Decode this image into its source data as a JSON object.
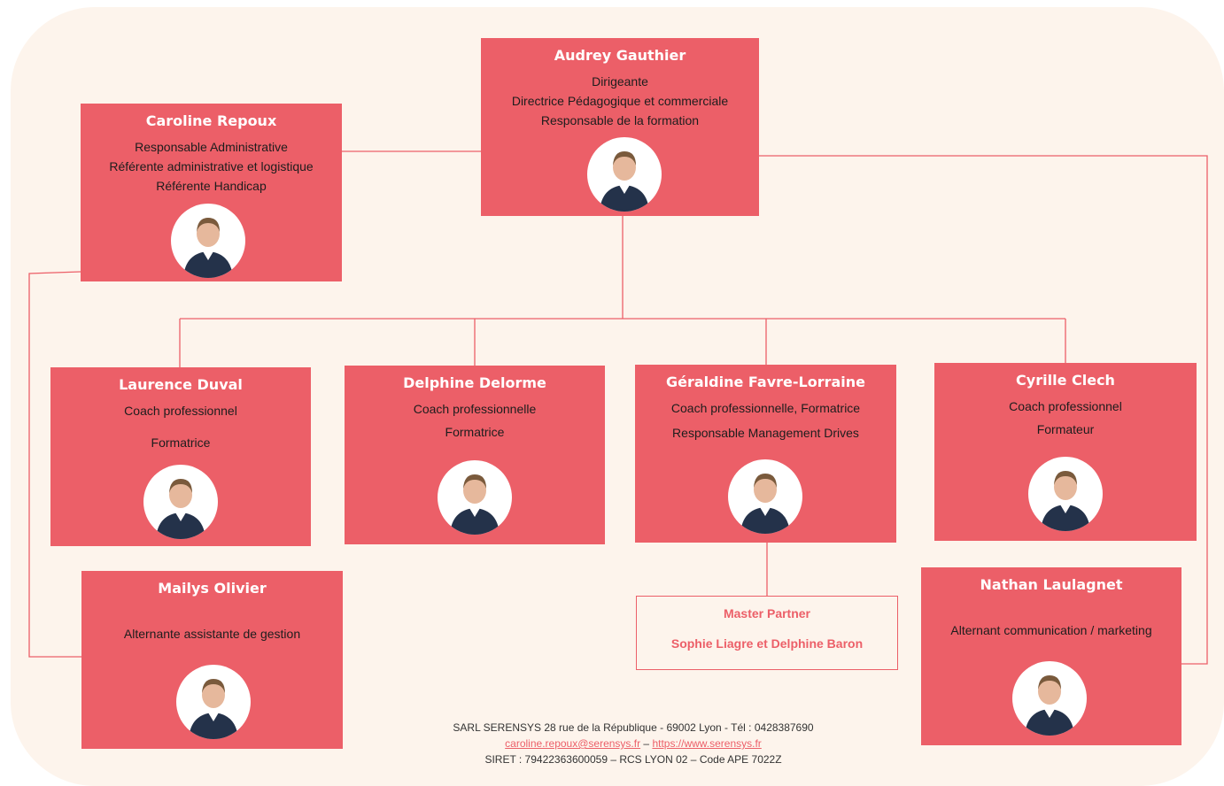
{
  "people": [
    {
      "id": "audrey",
      "name": "Audrey Gauthier",
      "roles": [
        "Dirigeante",
        "Directrice Pédagogique et commerciale",
        "Responsable de la formation"
      ]
    },
    {
      "id": "caroline",
      "name": "Caroline Repoux",
      "roles": [
        "Responsable Administrative",
        "Référente administrative et logistique",
        "Référente Handicap"
      ]
    },
    {
      "id": "laurence",
      "name": "Laurence Duval",
      "roles": [
        "Coach professionnel",
        "Formatrice"
      ]
    },
    {
      "id": "delphine",
      "name": "Delphine Delorme",
      "roles": [
        "Coach professionnelle",
        "Formatrice"
      ]
    },
    {
      "id": "geraldine",
      "name": "Géraldine Favre-Lorraine",
      "roles": [
        "Coach professionnelle, Formatrice",
        "Responsable Management Drives"
      ]
    },
    {
      "id": "cyrille",
      "name": "Cyrille Clech",
      "roles": [
        "Coach professionnel",
        "Formateur"
      ]
    },
    {
      "id": "mailys",
      "name": "Mailys Olivier",
      "roles": [
        "Alternante assistante de gestion"
      ]
    },
    {
      "id": "nathan",
      "name": "Nathan Laulagnet",
      "roles": [
        "Alternant communication / marketing"
      ]
    }
  ],
  "partner": {
    "title": "Master Partner",
    "names": "Sophie Liagre et Delphine Baron"
  },
  "footer": {
    "line1": "SARL SERENSYS 28 rue de la République - 69002 Lyon - Tél : 0428387690",
    "email": "caroline.repoux@serensys.fr",
    "sep": " – ",
    "website": "https://www.serensys.fr",
    "line3": "SIRET : 79422363600059 – RCS LYON 02 – Code APE 7022Z"
  },
  "colors": {
    "card": "#ec5f68",
    "background": "#fdf4ec",
    "connector": "#ec5f68"
  },
  "avatar_icon": "person-portrait-icon"
}
